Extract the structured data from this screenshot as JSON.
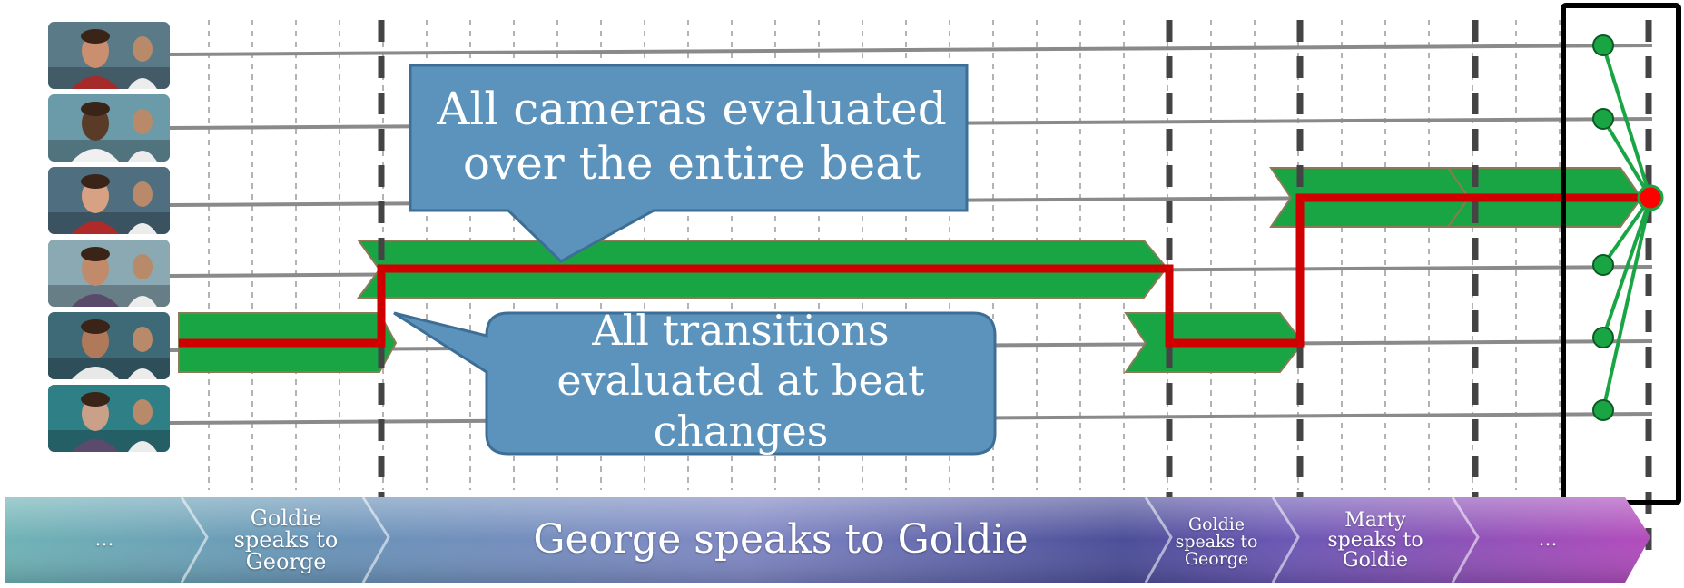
{
  "colors": {
    "grid_line": "#9a9a9a",
    "beat_boundary": "#444444",
    "camera_line": "#8a8a8a",
    "segment_fill": "#1aa544",
    "path": "#d10000",
    "callout_fill": "#5b93bd",
    "callout_border": "#3d6f96",
    "highlight_box": "#000000",
    "selector_dot": "#1aa544",
    "final_dot": "#ff0000"
  },
  "thumbnails": [
    {
      "name": "camera-1-thumbnail",
      "skin": "#c98f6e",
      "shirt": "#a52a2a",
      "bg": "#5a7a88"
    },
    {
      "name": "camera-2-thumbnail",
      "skin": "#5a3b28",
      "shirt": "#f0f0f0",
      "bg": "#6b9aa8"
    },
    {
      "name": "camera-3-thumbnail",
      "skin": "#d7a184",
      "shirt": "#b02a2a",
      "bg": "#4f6f80"
    },
    {
      "name": "camera-4-thumbnail",
      "skin": "#c18a6a",
      "shirt": "#5a4a6a",
      "bg": "#8aa9b3"
    },
    {
      "name": "camera-5-thumbnail",
      "skin": "#b07a5a",
      "shirt": "#e8e8e8",
      "bg": "#3e6a78"
    },
    {
      "name": "camera-6-thumbnail",
      "skin": "#caa088",
      "shirt": "#5b4a6b",
      "bg": "#2f7f86"
    }
  ],
  "callouts": {
    "cameras": "All cameras evaluated over the entire beat",
    "transitions": "All transitions evaluated at beat changes"
  },
  "beats": [
    {
      "label": "...",
      "color": "#4f9aa0"
    },
    {
      "label": "Goldie speaks to George",
      "color": "#5b87a8"
    },
    {
      "label": "George speaks to Goldie",
      "color": "#5a59a0"
    },
    {
      "label": "Goldie speaks to George",
      "color": "#6a4fa0"
    },
    {
      "label": "Marty speaks to Goldie",
      "color": "#8a4fb0"
    },
    {
      "label": "...",
      "color": "#a64db8"
    }
  ]
}
